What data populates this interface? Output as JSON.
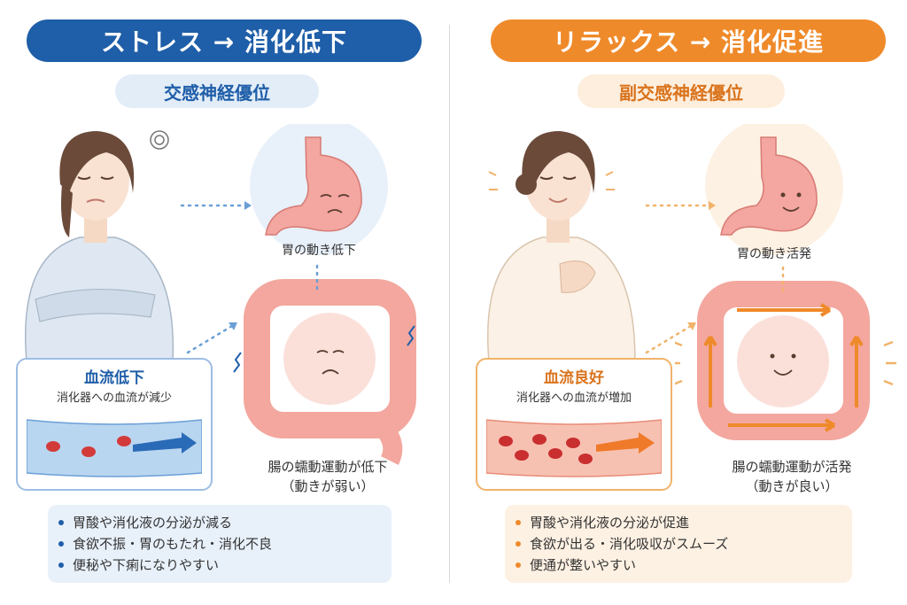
{
  "left": {
    "title": "ストレス → 消化低下",
    "subtitle": "交感神経優位",
    "stomach_label": "胃の動き低下",
    "blood_title": "血流低下",
    "blood_desc": "消化器への血流が減少",
    "intestine_label_1": "腸の蠕動運動が低下",
    "intestine_label_2": "（動きが弱い）",
    "bullets": [
      "胃酸や消化液の分泌が減る",
      "食欲不振・胃のもたれ・消化不良",
      "便秘や下痢になりやすい"
    ],
    "accent": "#1f5ea8"
  },
  "right": {
    "title": "リラックス → 消化促進",
    "subtitle": "副交感神経優位",
    "stomach_label": "胃の動き活発",
    "blood_title": "血流良好",
    "blood_desc": "消化器への血流が増加",
    "intestine_label_1": "腸の蠕動運動が活発",
    "intestine_label_2": "（動きが良い）",
    "bullets": [
      "胃酸や消化液の分泌が促進",
      "食欲が出る・消化吸収がスムーズ",
      "便通が整いやすい"
    ],
    "accent": "#ef8a2a"
  }
}
